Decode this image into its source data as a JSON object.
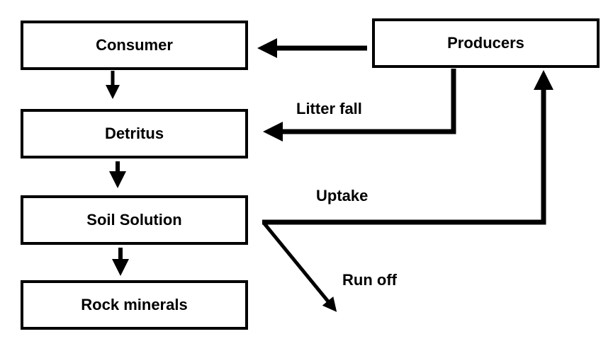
{
  "boxes": {
    "consumer": "Consumer",
    "detritus": "Detritus",
    "soil_solution": "Soil Solution",
    "rock_minerals": "Rock minerals",
    "producers": "Producers"
  },
  "labels": {
    "litter_fall": "Litter fall",
    "uptake": "Uptake",
    "run_off": "Run off"
  },
  "colors": {
    "stroke": "#000000",
    "background": "#ffffff"
  }
}
